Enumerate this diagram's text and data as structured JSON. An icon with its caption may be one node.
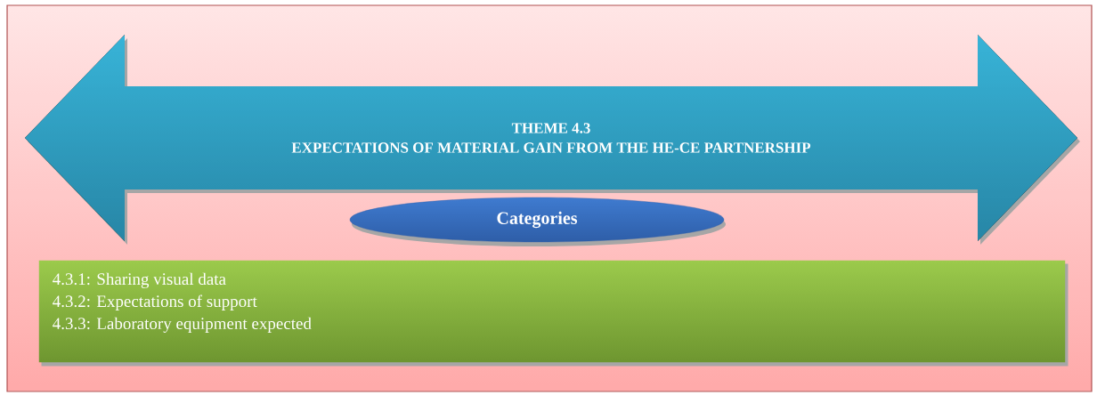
{
  "diagram": {
    "nodes": [
      {
        "text": [
          "THEME 4.3",
          "EXPECTATIONS OF MATERIAL GAIN FROM THE HE-CE PARTNERSHIP"
        ]
      },
      {
        "text": [
          "Categories"
        ]
      },
      {
        "text": [
          "4.3.1: Sharing visual data",
          "4.3.2: Expectations of support",
          "4.3.3: Laboratory equipment expected"
        ]
      }
    ]
  }
}
